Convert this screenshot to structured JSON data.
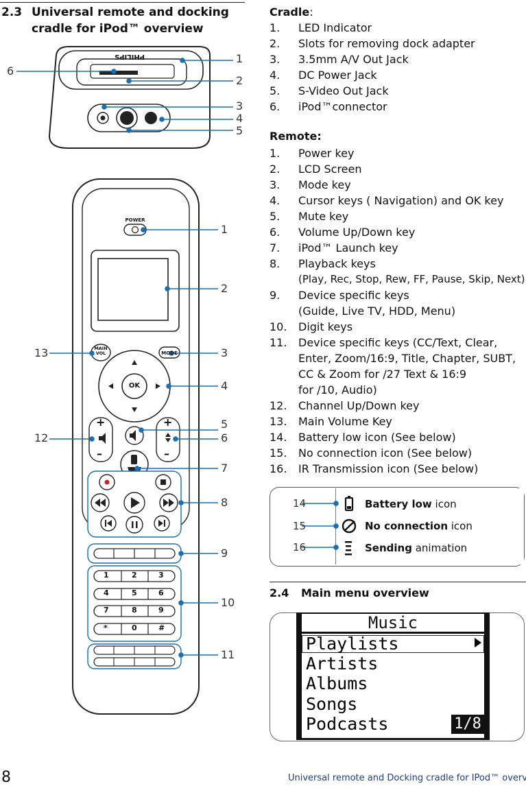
{
  "left": {
    "section_num": "2.3",
    "section_title_line1": "Universal remote and docking",
    "section_title_line2": "cradle for iPod™ overview",
    "cradle_brand": "PHILIPS",
    "cradle_callouts": [
      "1",
      "2",
      "3",
      "4",
      "5",
      "6"
    ],
    "remote_callouts": [
      "1",
      "2",
      "3",
      "4",
      "5",
      "6",
      "7",
      "8",
      "9",
      "10",
      "11",
      "12",
      "13"
    ],
    "remote_labels": {
      "power": "POWER",
      "main_vol_1": "MAIN",
      "main_vol_2": "VOL",
      "mode": "MODE",
      "ok": "OK",
      "plus": "+",
      "minus": "–"
    },
    "digits": [
      [
        "1",
        "2",
        "3"
      ],
      [
        "4",
        "5",
        "6"
      ],
      [
        "7",
        "8",
        "9"
      ],
      [
        "*",
        "0",
        "#"
      ]
    ]
  },
  "cradle": {
    "heading": "Cradle",
    "items": [
      {
        "n": "1.",
        "t": "LED Indicator"
      },
      {
        "n": "2.",
        "t": "Slots for removing dock adapter"
      },
      {
        "n": "3.",
        "t": "3.5mm A/V Out Jack"
      },
      {
        "n": "4.",
        "t": "DC Power Jack"
      },
      {
        "n": "5.",
        "t": "S-Video Out Jack"
      },
      {
        "n": "6.",
        "t": "iPod™connector"
      }
    ]
  },
  "remote": {
    "heading": "Remote:",
    "items": [
      {
        "n": "1.",
        "t": "Power key"
      },
      {
        "n": "2.",
        "t": "LCD Screen"
      },
      {
        "n": "3.",
        "t": "Mode key"
      },
      {
        "n": "4.",
        "t": "Cursor keys ( Navigation)  and OK key"
      },
      {
        "n": "5.",
        "t": "Mute key"
      },
      {
        "n": "6.",
        "t": "Volume Up/Down key"
      },
      {
        "n": "7.",
        "t": "iPod™ Launch key"
      },
      {
        "n": "8.",
        "t": "Playback keys"
      },
      {
        "n": "",
        "t": "(Play, Rec, Stop, Rew, FF, Pause, Skip, Next)"
      },
      {
        "n": "9.",
        "t": "Device specific keys"
      },
      {
        "n": "",
        "t": "(Guide, Live TV, HDD, Menu)"
      },
      {
        "n": "10.",
        "t": "Digit keys"
      },
      {
        "n": "11.",
        "t": "Device specific keys (CC/Text, Clear,"
      },
      {
        "n": "",
        "t": "Enter, Zoom/16:9, Title, Chapter, SUBT,"
      },
      {
        "n": "",
        "t": "CC & Zoom for /27 Text & 16:9"
      },
      {
        "n": "",
        "t": "for /10,  Audio)"
      },
      {
        "n": "12.",
        "t": "Channel Up/Down key"
      },
      {
        "n": "13.",
        "t": "Main Volume Key"
      },
      {
        "n": "14.",
        "t": "Battery low icon (See below)"
      },
      {
        "n": "15.",
        "t": "No connection icon (See below)"
      },
      {
        "n": "16.",
        "t": "IR Transmission icon (See below)"
      }
    ]
  },
  "icons_box": {
    "callouts": [
      "14",
      "15",
      "16"
    ],
    "rows": [
      {
        "bold": "Battery low",
        "rest": " icon",
        "icon": "battery-low-icon"
      },
      {
        "bold": "No connection",
        "rest": " icon",
        "icon": "no-connection-icon"
      },
      {
        "bold": "Sending",
        "rest": " animation",
        "icon": "sending-icon"
      }
    ]
  },
  "main_menu": {
    "section_num": "2.4",
    "section_title": "Main menu overview",
    "screen_title": "Music",
    "items": [
      "Playlists",
      "Artists",
      "Albums",
      "Songs",
      "Podcasts"
    ],
    "page": "1/8"
  },
  "footer": {
    "page_number": "8",
    "running_title": "Universal remote and Docking cradle for IPod™ overview"
  }
}
